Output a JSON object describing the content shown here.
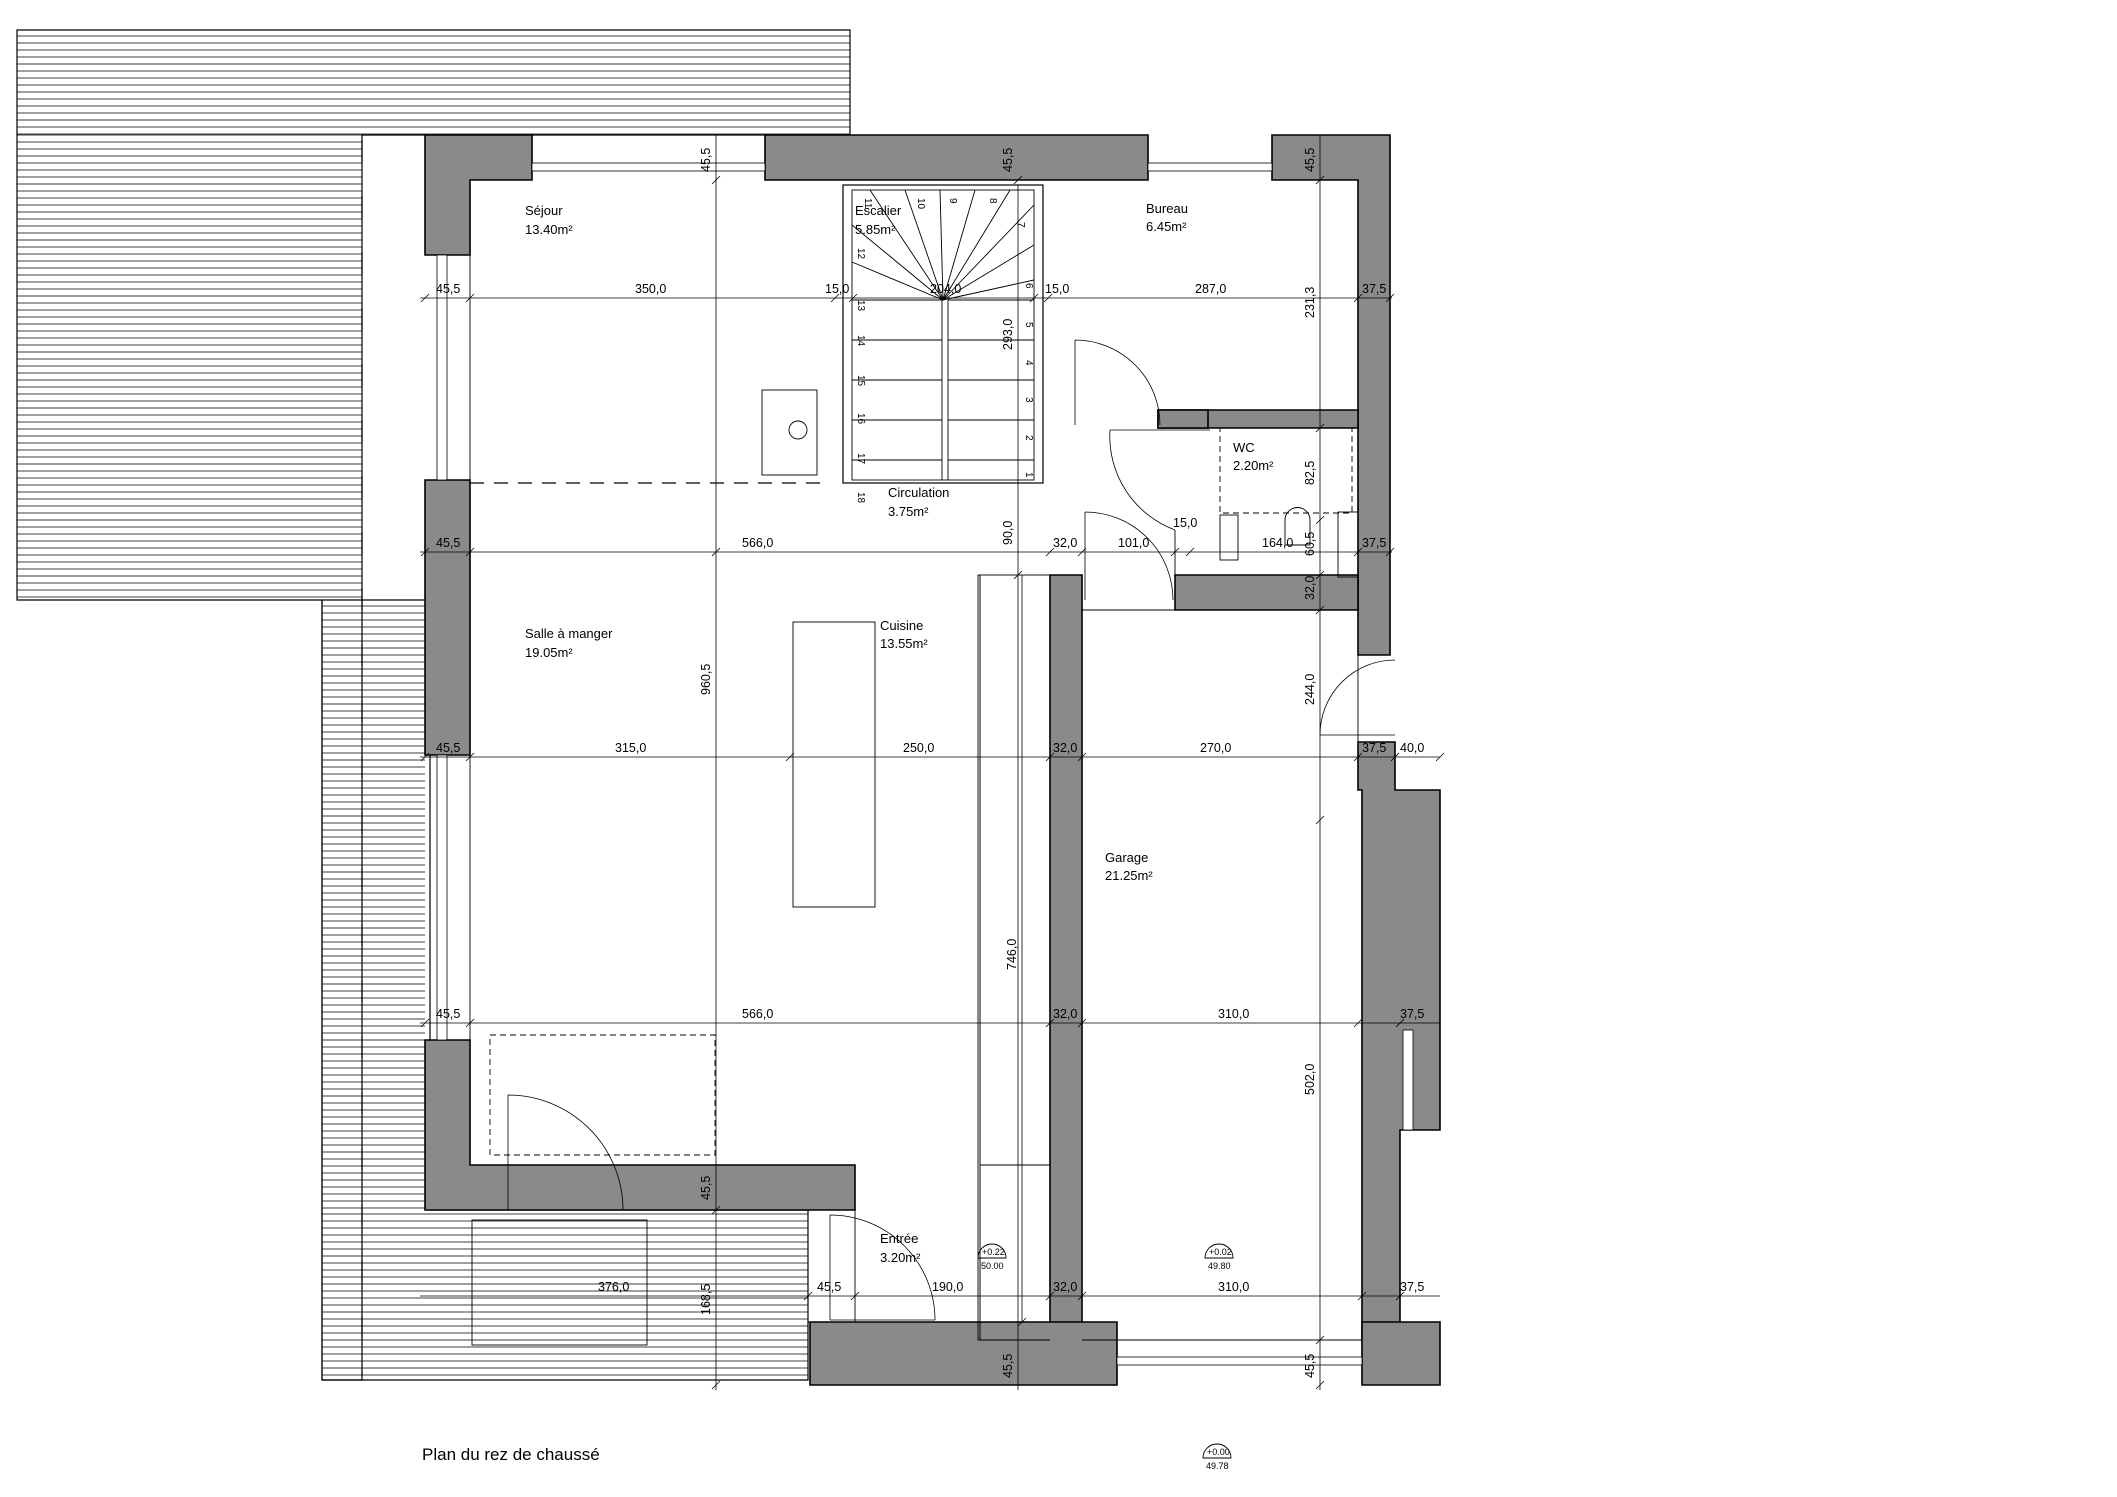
{
  "caption": "Plan du rez de chaussé",
  "rooms": {
    "sejour": {
      "name": "Séjour",
      "area": "13.40m²"
    },
    "escalier": {
      "name": "Escalier",
      "area": "5.85m²"
    },
    "bureau": {
      "name": "Bureau",
      "area": "6.45m²"
    },
    "wc": {
      "name": "WC",
      "area": "2.20m²"
    },
    "circulation": {
      "name": "Circulation",
      "area": "3.75m²"
    },
    "salle_a_manger": {
      "name": "Salle à manger",
      "area": "19.05m²"
    },
    "cuisine": {
      "name": "Cuisine",
      "area": "13.55m²"
    },
    "garage": {
      "name": "Garage",
      "area": "21.25m²"
    },
    "entree": {
      "name": "Entrée",
      "area": "3.20m²"
    }
  },
  "dimensions": {
    "h_row1": [
      "45,5",
      "350,0",
      "15,0",
      "204,0",
      "15,0",
      "287,0",
      "37,5"
    ],
    "h_row2": [
      "45,5",
      "566,0",
      "32,0",
      "101,0",
      "15,0",
      "164,0",
      "37,5"
    ],
    "h_row3": [
      "45,5",
      "315,0",
      "250,0",
      "32,0",
      "270,0",
      "37,5",
      "40,0"
    ],
    "h_row4": [
      "45,5",
      "566,0",
      "32,0",
      "310,0",
      "37,5"
    ],
    "h_row5": [
      "376,0",
      "45,5",
      "190,0",
      "32,0",
      "310,0",
      "37,5"
    ],
    "v_top_a": "45,5",
    "v_top_b": "45,5",
    "v_top_c": "45,5",
    "v_stair_293": "293,0",
    "v_231": "231,3",
    "v_82": "82,5",
    "v_60": "60,5",
    "v_32": "32,0",
    "v_90": "90,0",
    "v_960": "960,5",
    "v_244": "244,0",
    "v_746": "746,0",
    "v_502": "502,0",
    "v_entry_45": "45,5",
    "v_168": "168,5",
    "v_bottom_a": "45,5",
    "v_bottom_b": "45,5"
  },
  "stair_numbers": [
    "1",
    "2",
    "3",
    "4",
    "5",
    "6",
    "7",
    "8",
    "9",
    "10",
    "11",
    "12",
    "13",
    "14",
    "15",
    "16",
    "17",
    "18"
  ],
  "levels": {
    "kitchen": {
      "value": "+0.22",
      "alt": "50.00"
    },
    "garage": {
      "value": "+0.02",
      "alt": "49.80"
    },
    "ground": {
      "value": "+0.00",
      "alt": "49.78"
    }
  }
}
